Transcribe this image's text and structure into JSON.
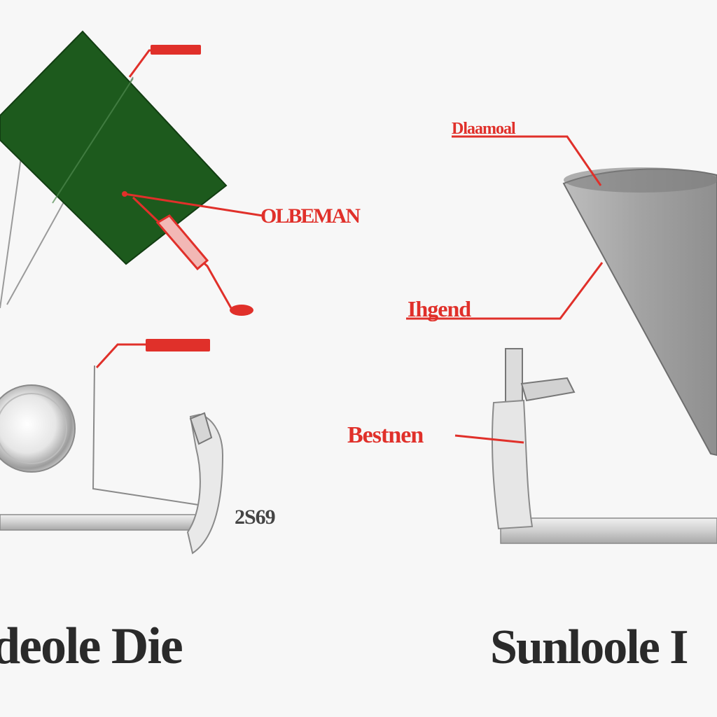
{
  "colors": {
    "background": "#f7f7f7",
    "panel_green": "#1d5a1d",
    "callout_red": "#e0302a",
    "metal_gray": "#9a9a9a",
    "caption_dark": "#2a2a2a"
  },
  "left_figure": {
    "callouts": {
      "top": "",
      "middle": "OLBEMAN",
      "lower": "",
      "dark_label": "2S69"
    },
    "caption": "deole Die"
  },
  "right_figure": {
    "callouts": {
      "top": "Dlaamoal",
      "middle": "Ihgend",
      "lower": "Bestnen"
    },
    "caption": "Sunloole I"
  }
}
